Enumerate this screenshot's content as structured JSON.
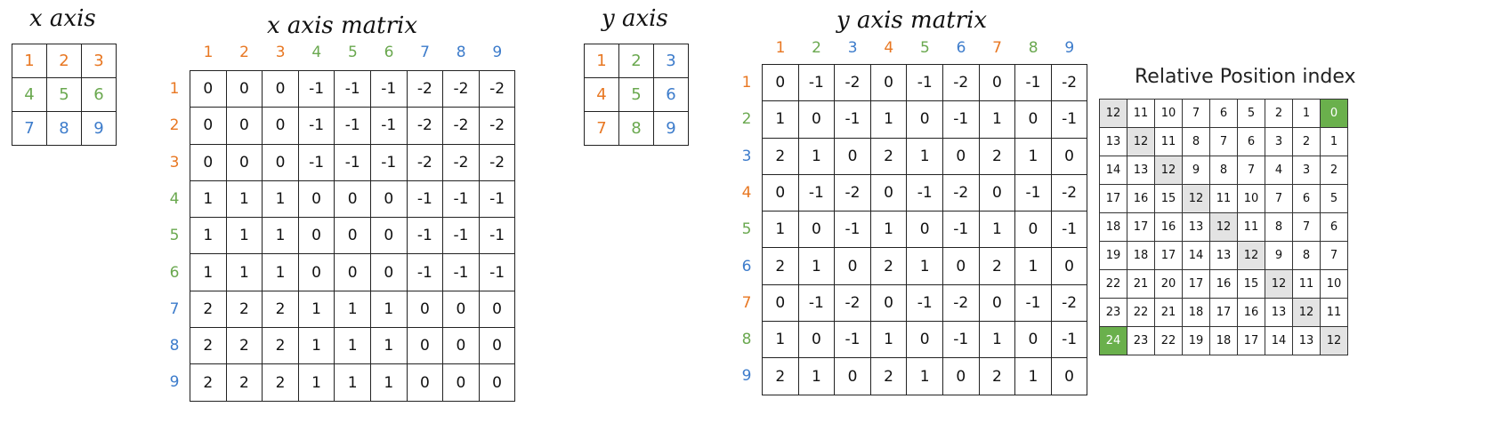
{
  "colors": {
    "c1": "#e87722",
    "c2": "#6aa84f",
    "c3": "#3d7ccb"
  },
  "titles": {
    "x_axis": "x axis",
    "x_axis_matrix": "x axis matrix",
    "y_axis": "y axis",
    "y_axis_matrix": "y axis matrix",
    "rpi": "Relative Position index"
  },
  "x_axis_grid": [
    [
      "1",
      "2",
      "3"
    ],
    [
      "4",
      "5",
      "6"
    ],
    [
      "7",
      "8",
      "9"
    ]
  ],
  "x_axis_grid_colors": [
    [
      "c1",
      "c1",
      "c1"
    ],
    [
      "c2",
      "c2",
      "c2"
    ],
    [
      "c3",
      "c3",
      "c3"
    ]
  ],
  "y_axis_grid": [
    [
      "1",
      "2",
      "3"
    ],
    [
      "4",
      "5",
      "6"
    ],
    [
      "7",
      "8",
      "9"
    ]
  ],
  "y_axis_grid_colors": [
    [
      "c1",
      "c2",
      "c3"
    ],
    [
      "c1",
      "c2",
      "c3"
    ],
    [
      "c1",
      "c2",
      "c3"
    ]
  ],
  "x_labels": [
    "1",
    "2",
    "3",
    "4",
    "5",
    "6",
    "7",
    "8",
    "9"
  ],
  "x_label_colors": [
    "c1",
    "c1",
    "c1",
    "c2",
    "c2",
    "c2",
    "c3",
    "c3",
    "c3"
  ],
  "y_label_colors": [
    "c1",
    "c2",
    "c3",
    "c1",
    "c2",
    "c3",
    "c1",
    "c2",
    "c3"
  ],
  "x_matrix": [
    [
      "0",
      "0",
      "0",
      "-1",
      "-1",
      "-1",
      "-2",
      "-2",
      "-2"
    ],
    [
      "0",
      "0",
      "0",
      "-1",
      "-1",
      "-1",
      "-2",
      "-2",
      "-2"
    ],
    [
      "0",
      "0",
      "0",
      "-1",
      "-1",
      "-1",
      "-2",
      "-2",
      "-2"
    ],
    [
      "1",
      "1",
      "1",
      "0",
      "0",
      "0",
      "-1",
      "-1",
      "-1"
    ],
    [
      "1",
      "1",
      "1",
      "0",
      "0",
      "0",
      "-1",
      "-1",
      "-1"
    ],
    [
      "1",
      "1",
      "1",
      "0",
      "0",
      "0",
      "-1",
      "-1",
      "-1"
    ],
    [
      "2",
      "2",
      "2",
      "1",
      "1",
      "1",
      "0",
      "0",
      "0"
    ],
    [
      "2",
      "2",
      "2",
      "1",
      "1",
      "1",
      "0",
      "0",
      "0"
    ],
    [
      "2",
      "2",
      "2",
      "1",
      "1",
      "1",
      "0",
      "0",
      "0"
    ]
  ],
  "y_matrix": [
    [
      "0",
      "-1",
      "-2",
      "0",
      "-1",
      "-2",
      "0",
      "-1",
      "-2"
    ],
    [
      "1",
      "0",
      "-1",
      "1",
      "0",
      "-1",
      "1",
      "0",
      "-1"
    ],
    [
      "2",
      "1",
      "0",
      "2",
      "1",
      "0",
      "2",
      "1",
      "0"
    ],
    [
      "0",
      "-1",
      "-2",
      "0",
      "-1",
      "-2",
      "0",
      "-1",
      "-2"
    ],
    [
      "1",
      "0",
      "-1",
      "1",
      "0",
      "-1",
      "1",
      "0",
      "-1"
    ],
    [
      "2",
      "1",
      "0",
      "2",
      "1",
      "0",
      "2",
      "1",
      "0"
    ],
    [
      "0",
      "-1",
      "-2",
      "0",
      "-1",
      "-2",
      "0",
      "-1",
      "-2"
    ],
    [
      "1",
      "0",
      "-1",
      "1",
      "0",
      "-1",
      "1",
      "0",
      "-1"
    ],
    [
      "2",
      "1",
      "0",
      "2",
      "1",
      "0",
      "2",
      "1",
      "0"
    ]
  ],
  "rpi_matrix": [
    [
      "12",
      "11",
      "10",
      "7",
      "6",
      "5",
      "2",
      "1",
      "0"
    ],
    [
      "13",
      "12",
      "11",
      "8",
      "7",
      "6",
      "3",
      "2",
      "1"
    ],
    [
      "14",
      "13",
      "12",
      "9",
      "8",
      "7",
      "4",
      "3",
      "2"
    ],
    [
      "17",
      "16",
      "15",
      "12",
      "11",
      "10",
      "7",
      "6",
      "5"
    ],
    [
      "18",
      "17",
      "16",
      "13",
      "12",
      "11",
      "8",
      "7",
      "6"
    ],
    [
      "19",
      "18",
      "17",
      "14",
      "13",
      "12",
      "9",
      "8",
      "7"
    ],
    [
      "22",
      "21",
      "20",
      "17",
      "16",
      "15",
      "12",
      "11",
      "10"
    ],
    [
      "23",
      "22",
      "21",
      "18",
      "17",
      "16",
      "13",
      "12",
      "11"
    ],
    [
      "24",
      "23",
      "22",
      "19",
      "18",
      "17",
      "14",
      "13",
      "12"
    ]
  ]
}
